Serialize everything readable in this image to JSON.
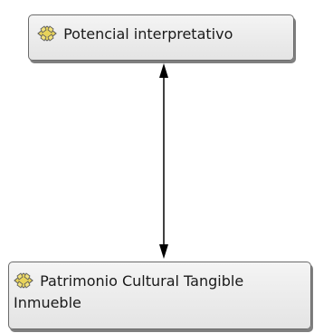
{
  "nodes": {
    "top": {
      "label": "Potencial interpretativo",
      "icon": "concept-icon"
    },
    "bottom": {
      "label": "Patrimonio Cultural Tangible Inmueble",
      "icon": "concept-icon"
    }
  },
  "link": {
    "type": "bidirectional-arrow",
    "label": ""
  },
  "colors": {
    "icon_fill": "#e8d35a",
    "icon_stroke": "#5a5a5a",
    "node_border": "#6b6b6b",
    "arrow": "#000000"
  }
}
